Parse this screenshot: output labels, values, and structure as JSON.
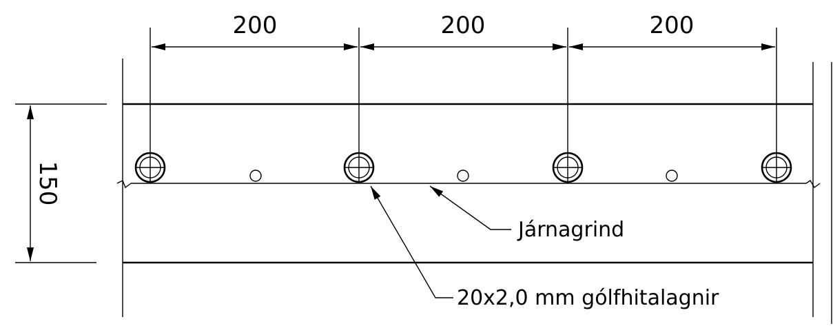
{
  "dimensions": {
    "top": [
      "200",
      "200",
      "200"
    ],
    "left": "150"
  },
  "labels": {
    "rebar": "Járnagrind",
    "pipes": "20x2,0 mm gólfhitalagnir"
  }
}
